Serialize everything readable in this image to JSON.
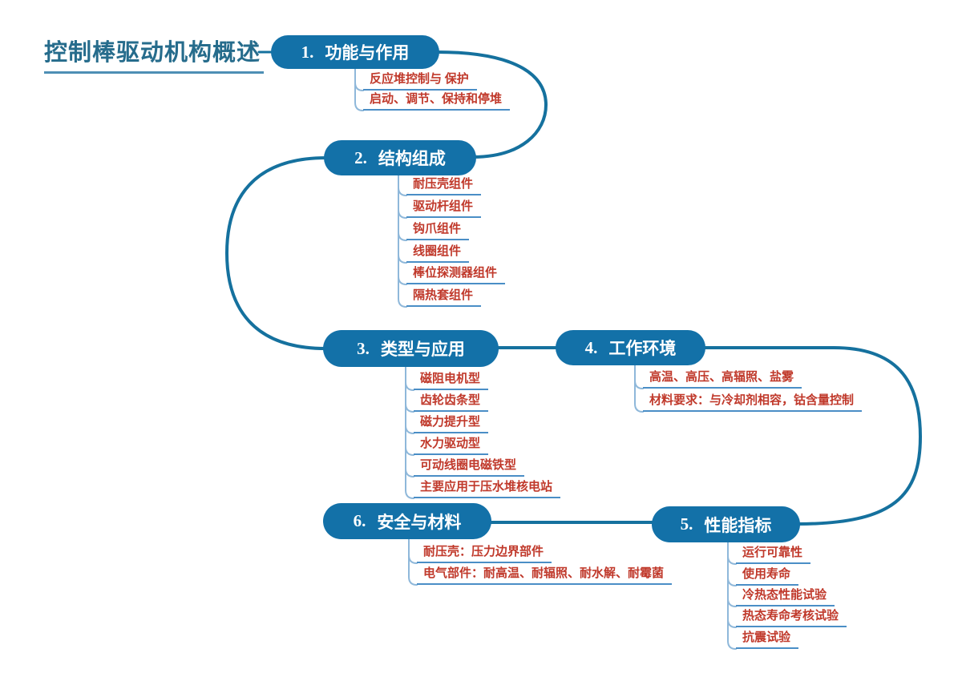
{
  "root": {
    "title": "控制棒驱动机构概述"
  },
  "colors": {
    "node_fill": "#1371a8",
    "node_text": "#ffffff",
    "branch_line": "#15719e",
    "sub_line": "#8fb8da",
    "sub_underline": "#4a8ec6",
    "sub_text": "#c0392b",
    "root_text": "#266c8c",
    "root_underline": "#4e8fb5"
  },
  "branches": [
    {
      "num": "1.",
      "label": "功能与作用",
      "children": [
        "反应堆控制与 保护",
        "启动、调节、保持和停堆"
      ]
    },
    {
      "num": "2.",
      "label": "结构组成",
      "children": [
        "耐压壳组件",
        "驱动杆组件",
        "钩爪组件",
        "线圈组件",
        "棒位探测器组件",
        "隔热套组件"
      ]
    },
    {
      "num": "3.",
      "label": "类型与应用",
      "children": [
        "磁阻电机型",
        "齿轮齿条型",
        "磁力提升型",
        "水力驱动型",
        "可动线圈电磁铁型",
        "主要应用于压水堆核电站"
      ]
    },
    {
      "num": "4.",
      "label": "工作环境",
      "children": [
        "高温、高压、高辐照、盐雾",
        "材料要求：与冷却剂相容，钴含量控制"
      ]
    },
    {
      "num": "5.",
      "label": "性能指标",
      "children": [
        "运行可靠性",
        "使用寿命",
        "冷热态性能试验",
        "热态寿命考核试验",
        "抗震试验"
      ]
    },
    {
      "num": "6.",
      "label": "安全与材料",
      "children": [
        "耐压壳：压力边界部件",
        "电气部件：耐高温、耐辐照、耐水解、耐霉菌"
      ]
    }
  ]
}
